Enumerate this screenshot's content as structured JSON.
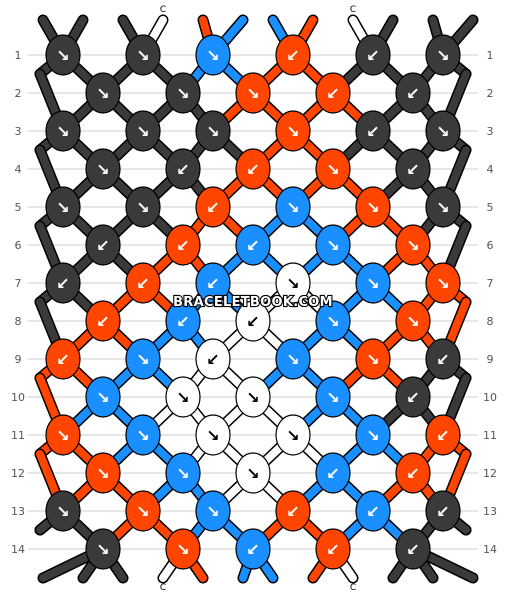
{
  "strand_labels": [
    "A",
    "A",
    "A",
    "C",
    "B",
    "D",
    "D",
    "B",
    "C",
    "A",
    "A",
    "A"
  ],
  "row_numbers": [
    "1",
    "2",
    "3",
    "4",
    "5",
    "6",
    "7",
    "8",
    "9",
    "10",
    "11",
    "12",
    "13",
    "14"
  ],
  "watermark": "BRACELETBOOK.COM",
  "colors": {
    "A": "#3a3a3a",
    "B": "#ff4500",
    "C": "#ffffff",
    "D": "#1a8fff",
    "outline": "#000000",
    "grid_line": "#cccccc",
    "label_text": "#555555"
  },
  "knots": [
    [
      "A:↘",
      "A:↘",
      "D:↘",
      "B:↙",
      "A:↙",
      "A:↘"
    ],
    [
      "A:↘",
      "A:↘",
      "B:↘",
      "B:↙",
      "A:↙"
    ],
    [
      "A:↘",
      "A:↘",
      "A:↘",
      "B:↘",
      "A:↙",
      "A:↘"
    ],
    [
      "A:↘",
      "A:↙",
      "B:↙",
      "B:↘",
      "A:↙"
    ],
    [
      "A:↘",
      "A:↘",
      "B:↙",
      "D:↘",
      "B:↘",
      "A:↘"
    ],
    [
      "A:↙",
      "B:↙",
      "D:↙",
      "D:↘",
      "B:↘"
    ],
    [
      "A:↙",
      "B:↙",
      "D:↙",
      "C:↘",
      "D:↘",
      "B:↘"
    ],
    [
      "B:↙",
      "D:↙",
      "C:↙",
      "D:↘",
      "B:↘"
    ],
    [
      "B:↙",
      "D:↘",
      "C:↙",
      "D:↘",
      "B:↘",
      "A:↙"
    ],
    [
      "D:↘",
      "C:↘",
      "C:↘",
      "D:↘",
      "A:↙"
    ],
    [
      "B:↘",
      "D:↘",
      "C:↘",
      "C:↘",
      "D:↘",
      "B:↙"
    ],
    [
      "B:↘",
      "D:↘",
      "C:↘",
      "D:↙",
      "B:↙"
    ],
    [
      "A:↘",
      "B:↘",
      "D:↘",
      "B:↙",
      "D:↙",
      "A:↙"
    ],
    [
      "A:↘",
      "B:↘",
      "D:↙",
      "B:↙",
      "A:↙"
    ]
  ],
  "bottom_colors": [
    "A",
    "A",
    "A",
    "C",
    "B",
    "D",
    "D",
    "B",
    "C",
    "A",
    "A",
    "A"
  ]
}
